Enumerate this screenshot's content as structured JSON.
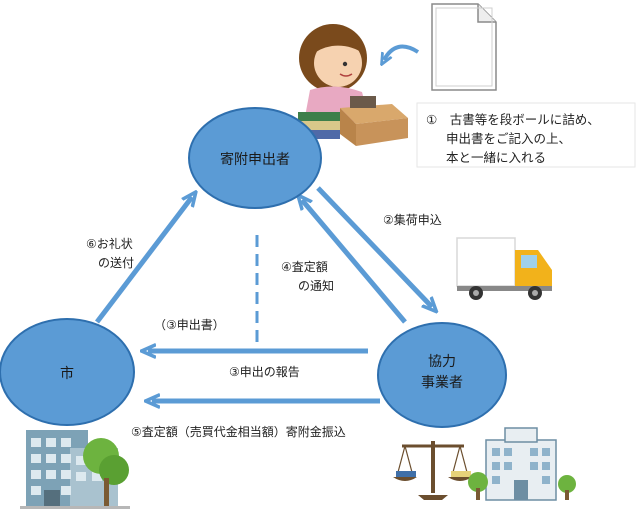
{
  "colors": {
    "node_fill": "#5b9bd5",
    "node_stroke": "#2e6fae",
    "arrow": "#5b9bd5",
    "dashed": "#5b9bd5"
  },
  "nodes": {
    "donor": "寄附申出者",
    "city": "市",
    "partner_line1": "協力",
    "partner_line2": "事業者"
  },
  "note": {
    "line1": "①　古書等を段ボールに詰め、",
    "line2": "申出書をご記入の上、",
    "line3": "本と一緒に入れる"
  },
  "edges": {
    "pickup_request": "②集荷申込",
    "form_paren": "（③申出書）",
    "report": "③申出の報告",
    "notice_line1": "④査定額",
    "notice_line2": "の通知",
    "transfer": "⑤査定額（売買代金相当額）寄附金振込",
    "thanks_line1": "⑥お礼状",
    "thanks_line2": "の送付"
  },
  "icons": {
    "person": "woman-packing-box-icon",
    "document": "document-icon",
    "truck": "truck-icon",
    "city_hall": "city-hall-building-icon",
    "scale": "balance-scale-icon",
    "office": "office-building-icon"
  }
}
